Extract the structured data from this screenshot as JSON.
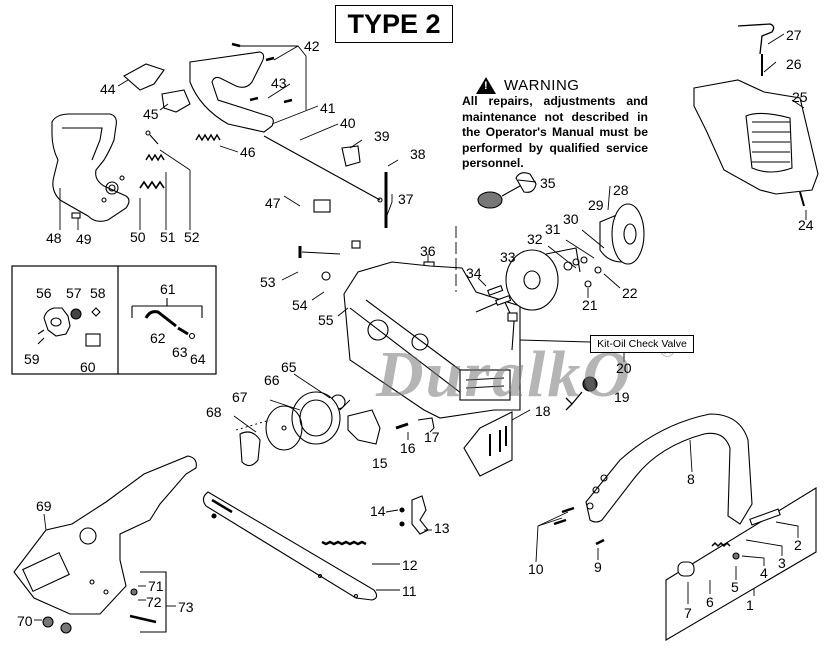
{
  "title": "TYPE 2",
  "warning": {
    "icon": "warning-triangle-icon",
    "heading": "WARNING",
    "body": "All repairs, adjustments and maintenance not described in the Operator's Manual must be performed by qualified service personnel."
  },
  "callout": {
    "label": "Kit-Oil Check Valve",
    "part_number": "20"
  },
  "watermark": {
    "text": "DuralkO",
    "registered_mark": "®"
  },
  "parts": [
    {
      "id": "1",
      "name": "bumper-kit"
    },
    {
      "id": "2",
      "name": "plate"
    },
    {
      "id": "3",
      "name": "spring"
    },
    {
      "id": "4",
      "name": "washer"
    },
    {
      "id": "5",
      "name": "screw"
    },
    {
      "id": "6",
      "name": "screw"
    },
    {
      "id": "7",
      "name": "sleeve"
    },
    {
      "id": "8",
      "name": "front-handle"
    },
    {
      "id": "9",
      "name": "screw"
    },
    {
      "id": "10",
      "name": "screw"
    },
    {
      "id": "11",
      "name": "guide-bar"
    },
    {
      "id": "12",
      "name": "saw-chain"
    },
    {
      "id": "13",
      "name": "bumper-spike"
    },
    {
      "id": "14",
      "name": "screw"
    },
    {
      "id": "15",
      "name": "chain-guide-plate"
    },
    {
      "id": "16",
      "name": "screw"
    },
    {
      "id": "17",
      "name": "chain-catcher"
    },
    {
      "id": "18",
      "name": "bar-studs"
    },
    {
      "id": "19",
      "name": "oil-cap"
    },
    {
      "id": "20",
      "name": "oil-check-valve-kit"
    },
    {
      "id": "21",
      "name": "nut"
    },
    {
      "id": "22",
      "name": "washer"
    },
    {
      "id": "24",
      "name": "screw"
    },
    {
      "id": "25",
      "name": "starter-housing"
    },
    {
      "id": "26",
      "name": "rope"
    },
    {
      "id": "27",
      "name": "starter-handle"
    },
    {
      "id": "28",
      "name": "pulley"
    },
    {
      "id": "29",
      "name": "pawl-assembly"
    },
    {
      "id": "30",
      "name": "washer"
    },
    {
      "id": "31",
      "name": "nut"
    },
    {
      "id": "32",
      "name": "washer"
    },
    {
      "id": "33",
      "name": "flywheel"
    },
    {
      "id": "34",
      "name": "screws"
    },
    {
      "id": "35",
      "name": "fuel-cap"
    },
    {
      "id": "36",
      "name": "nut"
    },
    {
      "id": "37",
      "name": "shaft"
    },
    {
      "id": "38",
      "name": "rod"
    },
    {
      "id": "39",
      "name": "grommet"
    },
    {
      "id": "40",
      "name": "cable"
    },
    {
      "id": "41",
      "name": "handle-cover"
    },
    {
      "id": "42",
      "name": "screws"
    },
    {
      "id": "43",
      "name": "screw"
    },
    {
      "id": "44",
      "name": "lever"
    },
    {
      "id": "45",
      "name": "lockout"
    },
    {
      "id": "46",
      "name": "spring"
    },
    {
      "id": "47",
      "name": "switch"
    },
    {
      "id": "48",
      "name": "rear-handle"
    },
    {
      "id": "49",
      "name": "screw"
    },
    {
      "id": "50",
      "name": "spring"
    },
    {
      "id": "51",
      "name": "spring"
    },
    {
      "id": "52",
      "name": "pin"
    },
    {
      "id": "53",
      "name": "shaft"
    },
    {
      "id": "54",
      "name": "bushing"
    },
    {
      "id": "55",
      "name": "engine-housing"
    },
    {
      "id": "56",
      "name": "oil-pump"
    },
    {
      "id": "57",
      "name": "gear"
    },
    {
      "id": "58",
      "name": "wing-nut"
    },
    {
      "id": "59",
      "name": "screws"
    },
    {
      "id": "60",
      "name": "cap"
    },
    {
      "id": "61",
      "name": "oil-line-kit"
    },
    {
      "id": "62",
      "name": "oil-line"
    },
    {
      "id": "63",
      "name": "hose"
    },
    {
      "id": "64",
      "name": "fitting"
    },
    {
      "id": "65",
      "name": "washer"
    },
    {
      "id": "66",
      "name": "clutch-drum"
    },
    {
      "id": "67",
      "name": "plate"
    },
    {
      "id": "68",
      "name": "clutch"
    },
    {
      "id": "69",
      "name": "clutch-cover"
    },
    {
      "id": "70",
      "name": "nuts"
    },
    {
      "id": "71",
      "name": "nut"
    },
    {
      "id": "72",
      "name": "pin"
    },
    {
      "id": "73",
      "name": "chain-adjuster-kit"
    }
  ]
}
